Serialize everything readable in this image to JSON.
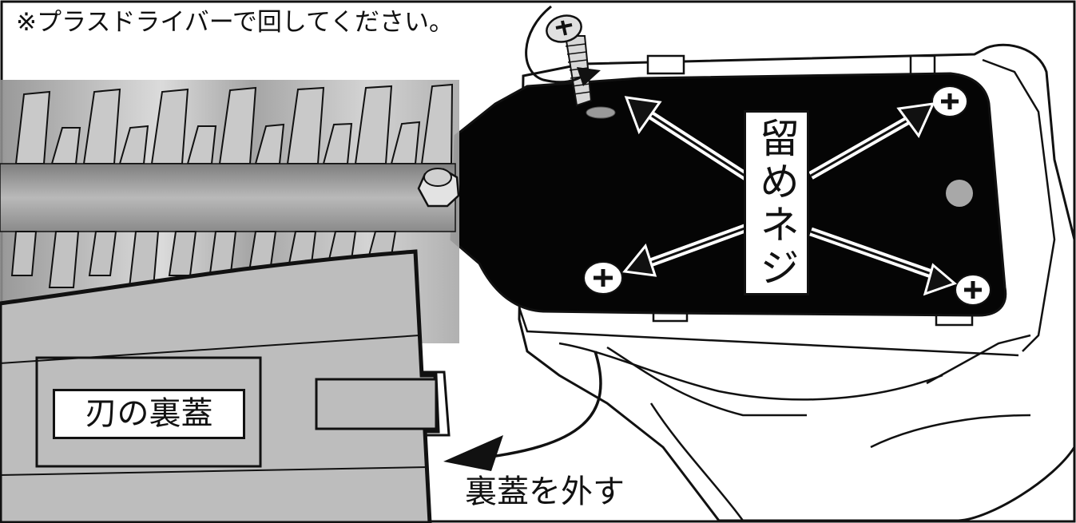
{
  "instruction_note": "※プラスドライバーで回してください。",
  "labels": {
    "fixing_screws": "留めネジ",
    "blade_back_cover": "刃の裏蓋",
    "remove_back_cover": "裏蓋を外す"
  },
  "colors": {
    "outline": "#111111",
    "black_plate": "#050505",
    "cover_gray": "#bdbdbd",
    "blade_gray": "#9a9a9a",
    "background": "#ffffff"
  },
  "icons": [
    "screw-icon",
    "phillips-screw-head-icon",
    "rotation-arrow-icon",
    "double-arrow-icon",
    "curved-arrow-icon"
  ]
}
